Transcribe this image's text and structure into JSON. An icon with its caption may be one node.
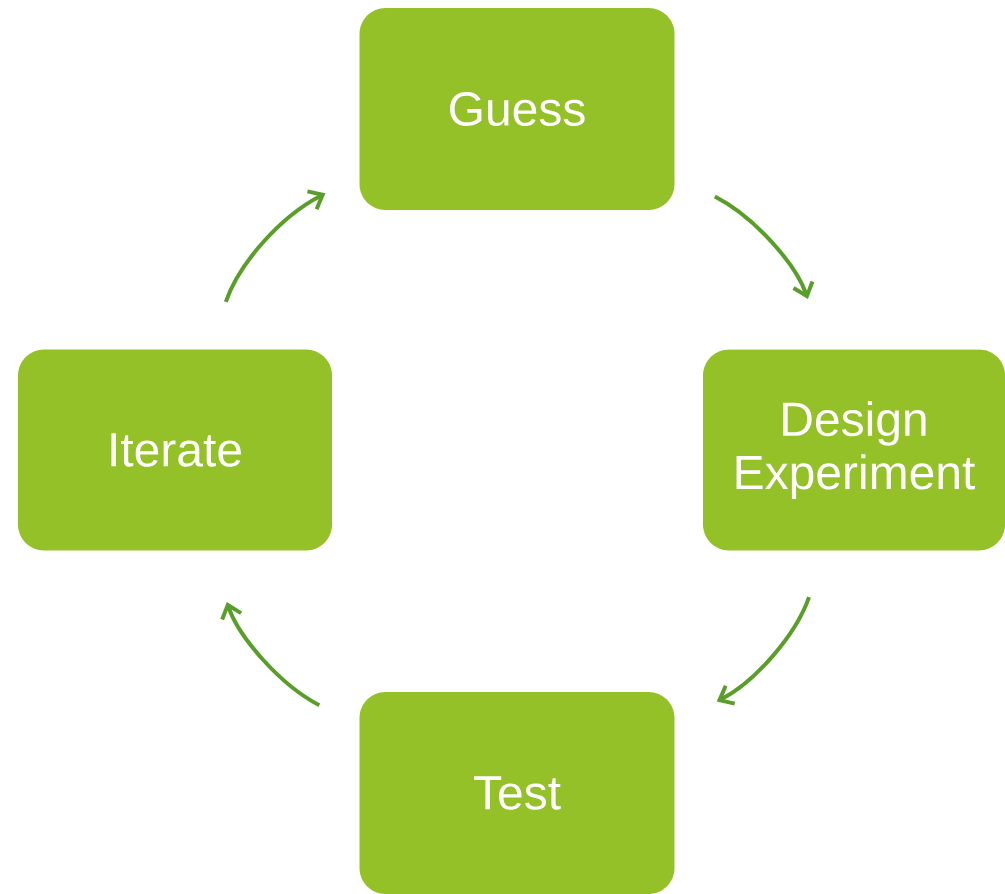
{
  "diagram": {
    "nodes": [
      {
        "text": [
          "Guess"
        ]
      },
      {
        "text": [
          "Design Experiment"
        ]
      },
      {
        "text": [
          "Test"
        ]
      },
      {
        "text": [
          "Iterate"
        ]
      }
    ],
    "edges": [
      {
        "from": 0,
        "to": 1,
        "arrow": "to"
      },
      {
        "from": 1,
        "to": 2,
        "arrow": "to"
      },
      {
        "from": 2,
        "to": 3,
        "arrow": "to"
      },
      {
        "from": 3,
        "to": 0,
        "arrow": "to"
      }
    ]
  }
}
